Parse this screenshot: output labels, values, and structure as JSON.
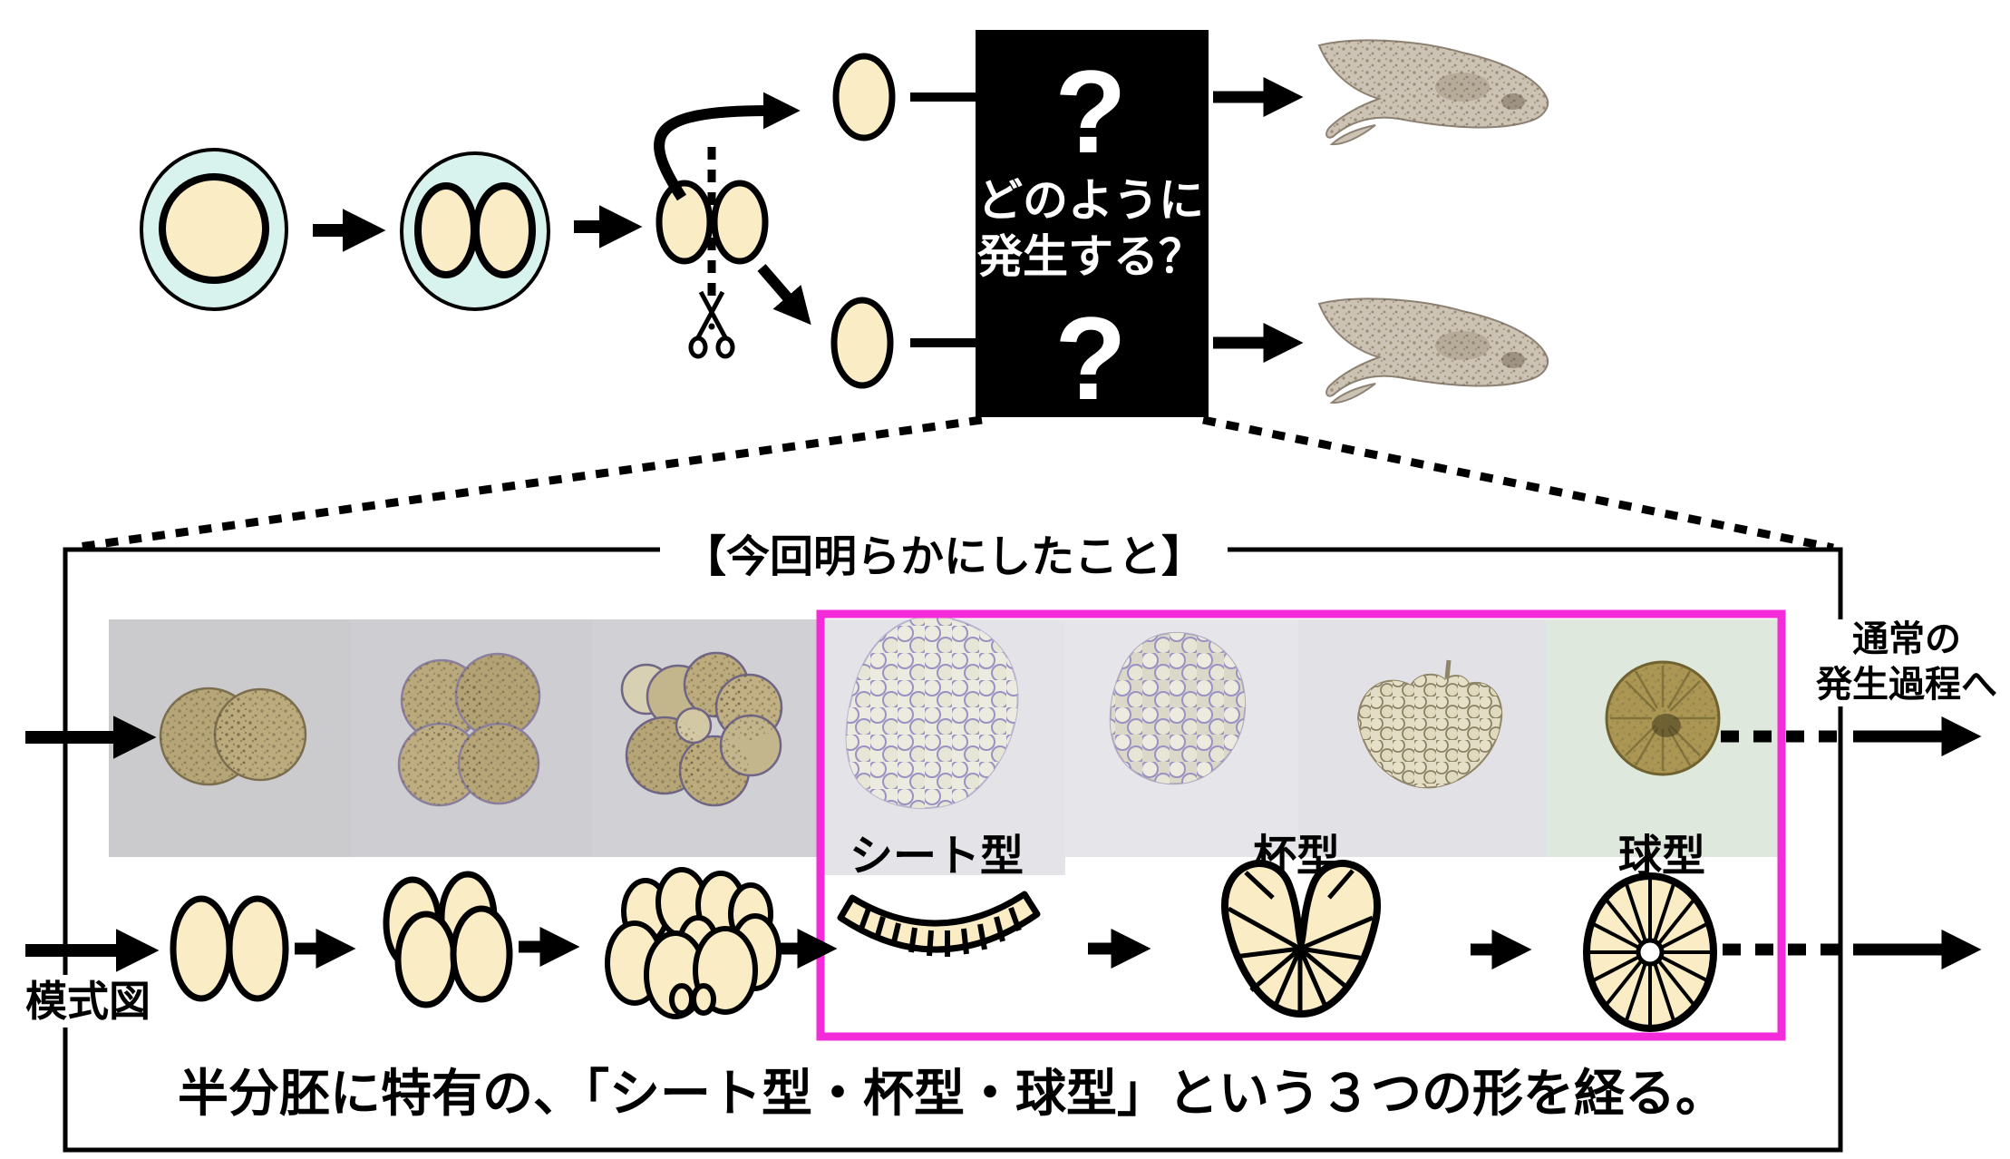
{
  "top_flow": {
    "question_mark_top": "?",
    "question_mark_bottom": "?",
    "black_box_line1": "どのように",
    "black_box_line2": "発生する？"
  },
  "result_panel": {
    "title": "【今回明らかにしたこと】",
    "normal_development_line1": "通常の",
    "normal_development_line2": "発生過程へ",
    "schematic_row_label": "模式図",
    "shape_labels": {
      "sheet": "シート型",
      "cup": "杯型",
      "sphere": "球型"
    },
    "conclusion": "半分胚に特有の、「シート型・杯型・球型」という３つの形を経る。"
  },
  "icons": {
    "scissors-icon": "✂",
    "arrow-icon": "➡"
  },
  "colors": {
    "cell_cream": "#FAECC4",
    "membrane_blue": "#D8F2EE",
    "magenta_highlight": "#F32BD9",
    "box_black": "#000000",
    "micrograph_gray": "#CCCBCE",
    "micrograph_light": "#E4E3E7",
    "micrograph_green": "#DFE8DC",
    "embryo_tan": "#B6A577"
  }
}
